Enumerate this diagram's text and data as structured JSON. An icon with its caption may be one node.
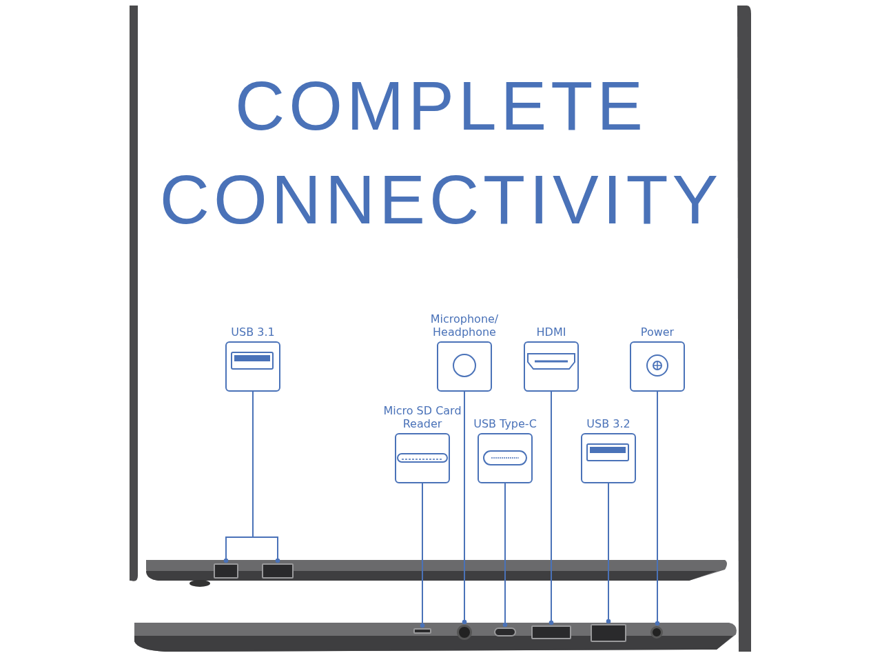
{
  "diagram": {
    "title": "COMPLETE CONNECTIVITY",
    "nodes": [
      {
        "text": [
          "USB 3.1"
        ]
      },
      {
        "text": [
          "Microphone/ Headphone"
        ]
      },
      {
        "text": [
          "HDMI"
        ]
      },
      {
        "text": [
          "Power"
        ]
      },
      {
        "text": [
          "Micro SD Card Reader"
        ]
      },
      {
        "text": [
          "USB Type-C"
        ]
      },
      {
        "text": [
          "USB 3.2"
        ]
      },
      {
        "text": [],
        "shape": "box"
      },
      {
        "text": [],
        "shape": "box"
      },
      {
        "text": [],
        "shape": "box"
      },
      {
        "text": [],
        "shape": "circle"
      },
      {
        "text": [],
        "shape": "box"
      },
      {
        "text": [],
        "shape": "box"
      },
      {
        "text": [],
        "shape": "box"
      },
      {
        "text": [],
        "shape": "circle"
      }
    ],
    "edges": [
      {
        "from": 0,
        "to": 7,
        "arrow": "other"
      },
      {
        "from": 0,
        "to": 8,
        "arrow": "other"
      },
      {
        "from": 4,
        "to": 9,
        "arrow": "other"
      },
      {
        "from": 1,
        "to": 10,
        "arrow": "other"
      },
      {
        "from": 5,
        "to": 11,
        "arrow": "other"
      },
      {
        "from": 2,
        "to": 12,
        "arrow": "other"
      },
      {
        "from": 6,
        "to": 13,
        "arrow": "other"
      },
      {
        "from": 3,
        "to": 14,
        "arrow": "other"
      }
    ]
  }
}
